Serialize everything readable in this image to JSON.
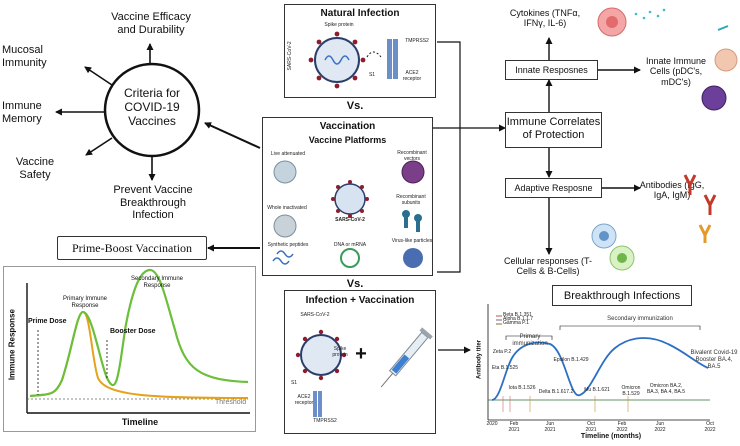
{
  "criteria": {
    "center": "Criteria for COVID-19 Vaccines",
    "efficacy": "Vaccine Efficacy and Durability",
    "mucosal": "Mucosal Immunity",
    "memory": "Immune Memory",
    "safety": "Vaccine Safety",
    "breakthrough": "Prevent Vaccine Breakthrough Infection"
  },
  "prime_boost": {
    "label": "Prime-Boost Vaccination",
    "y_axis": "Immune Response",
    "x_axis": "Timeline",
    "prime_dose": "Prime Dose",
    "primary_response": "Primary Immune Response",
    "booster_dose": "Booster Dose",
    "secondary_response": "Secondary Immune Response",
    "threshold": "Threshold"
  },
  "natural_infection": {
    "title": "Natural Infection",
    "spike": "Spike protein",
    "virus": "SARS-CoV-2",
    "tmprss2": "TMPRSS2",
    "ace2": "ACE2 receptor",
    "s1": "S1"
  },
  "vs1": "Vs.",
  "vs2": "Vs.",
  "vaccination": {
    "title": "Vaccination",
    "platforms": "Vaccine Platforms",
    "live": "Live attenuated",
    "whole": "Whole inactivated",
    "synthetic": "Synthetic peptides",
    "dna": "DNA or mRNA",
    "center": "SARS-CoV-2",
    "vlp": "Virus-like particles",
    "vectors": "Recombinant vectors",
    "subunits": "Recombinant subunits"
  },
  "infection_vaccination": {
    "title": "Infection + Vaccination",
    "plus": "+",
    "virus": "SARS-CoV-2",
    "spike": "Spike protein",
    "s1": "S1",
    "ace2": "ACE2 receptor",
    "tmprss2": "TMPRSS2"
  },
  "correlates": {
    "center": "Immune Correlates of Protection",
    "innate": "Innate Resposnes",
    "adaptive": "Adaptive Resposne",
    "cytokines": "Cytokines (TNFα, IFNγ, IL-6)",
    "innate_cells": "Innate Immune Cells (pDC's, mDC's)",
    "antibodies": "Antibodies (IgG, IgA, IgM)",
    "cellular": "Cellular responses (T-Cells & B-Cells)"
  },
  "breakthrough": {
    "title": "Breakthrough Infections",
    "y_axis": "Antibody titer",
    "x_axis": "Timeline (months)",
    "legend": [
      "Beta B.1.351",
      "Alpha B.1.1.7",
      "Gamma P.1"
    ],
    "legend_colors": [
      "#c0504d",
      "#7f6084",
      "#8a6d3b"
    ],
    "primary": "Primary immunization",
    "secondary": "Secondary immunization",
    "booster": "Bivalent Covid-19 Booster BA.4, BA.5",
    "variants": {
      "zeta": "Zeta P.2",
      "eta": "Eta B.1.525",
      "iota": "Iota B.1.526",
      "epsilon": "Epsilon B.1.429",
      "delta": "Delta B.1.617.2",
      "mu": "Mu B.1.621",
      "omicron": "Omicron B.1.529",
      "omicron2": "Omicron BA.2, BA.3, BA.4, BA.5"
    },
    "ticks": [
      "2020",
      "Feb 2021",
      "Jun 2021",
      "Oct 2021",
      "Feb 2022",
      "Jun 2022",
      "Oct 2022"
    ]
  }
}
